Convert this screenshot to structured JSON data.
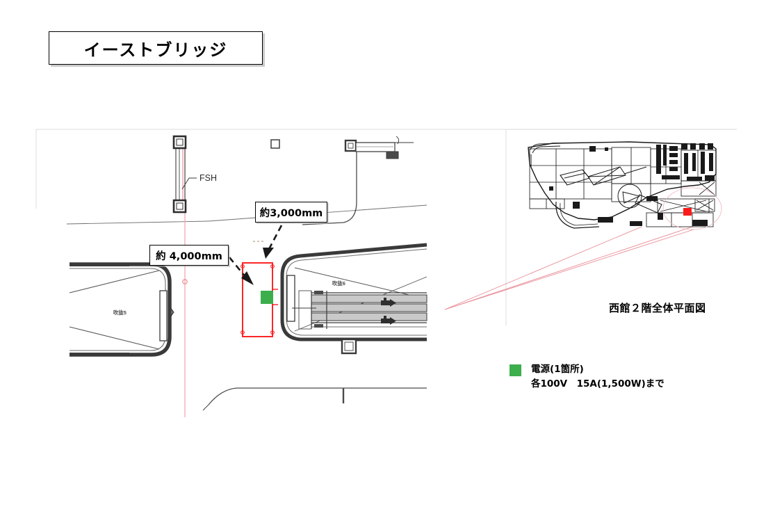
{
  "document": {
    "title": "イーストブリッジ"
  },
  "callouts": [
    {
      "id": "dim-3000",
      "text": "約3,000mm"
    },
    {
      "id": "dim-4000",
      "text": "約 4,000mm"
    }
  ],
  "plan": {
    "labels": {
      "fsh": "FSH",
      "void_left": "吹抜5",
      "void_right": "吹抜6"
    }
  },
  "inset": {
    "caption": "西館２階全体平面図"
  },
  "legend": {
    "swatch_color": "#3cae4c",
    "line1": "電源(1箇所)",
    "line2": "各100V　15A(1,500W)まで"
  },
  "colors": {
    "highlight_red": "#fb1b1b",
    "power_green": "#3cae4c",
    "centerline_pink": "#f4a9ad",
    "wall_dark": "#3a3a3a"
  }
}
